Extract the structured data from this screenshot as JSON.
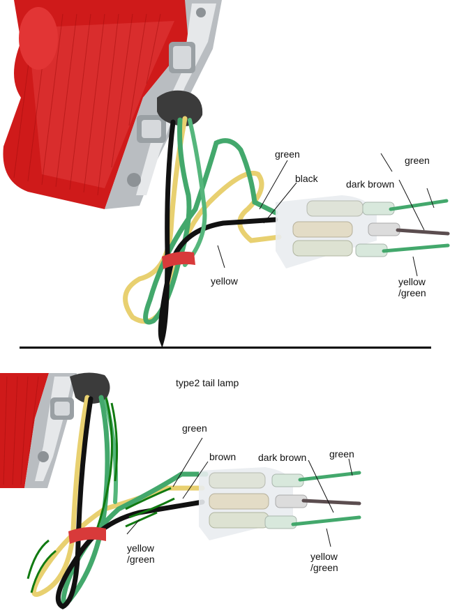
{
  "top": {
    "labels": {
      "green_left": "green",
      "black": "black",
      "dark_brown": "dark brown",
      "green_right": "green",
      "yellow": "yellow",
      "yellow_green_l1": "yellow",
      "yellow_green_l2": "/green"
    }
  },
  "bottom": {
    "caption": "type2 tail lamp",
    "labels": {
      "green_left": "green",
      "brown": "brown",
      "dark_brown": "dark brown",
      "green_right": "green",
      "yellow_green_left_l1": "yellow",
      "yellow_green_left_l2": "/green",
      "yellow_green_right_l1": "yellow",
      "yellow_green_right_l2": "/green"
    }
  },
  "colors": {
    "lens_red": "#d01818",
    "chrome": "#b8bcc0",
    "wire_green": "#3fa56a",
    "wire_yellow": "#e6cf6e",
    "wire_black": "#111111",
    "wire_brown": "#5b4d4f",
    "tie_red": "#d83a3a",
    "highlight_green": "#117a11"
  }
}
